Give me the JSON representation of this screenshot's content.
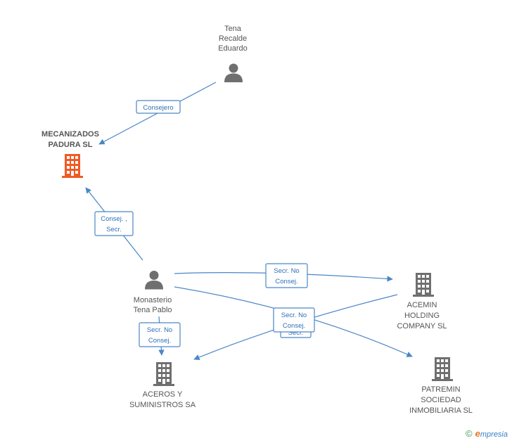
{
  "colors": {
    "edge": "#4a86c8",
    "person_icon": "#6f6f6f",
    "company_icon": "#6f6f6f",
    "main_company_icon": "#f05a23",
    "label_text": "#555555"
  },
  "nodes": {
    "tena": {
      "lines": [
        "Tena",
        "Recalde",
        "Eduardo"
      ],
      "icon": "person-icon"
    },
    "mecanizados": {
      "lines": [
        "MECANIZADOS",
        "PADURA  SL"
      ],
      "icon": "building-icon-highlighted"
    },
    "monasterio": {
      "lines": [
        "Monasterio",
        "Tena Pablo"
      ],
      "icon": "person-icon"
    },
    "acemin": {
      "lines": [
        "ACEMIN",
        "HOLDING",
        "COMPANY SL"
      ],
      "icon": "building-icon"
    },
    "aceros": {
      "lines": [
        "ACEROS Y",
        "SUMINISTROS SA"
      ],
      "icon": "building-icon"
    },
    "patremin": {
      "lines": [
        "PATREMIN",
        "SOCIEDAD",
        "INMOBILIARIA SL"
      ],
      "icon": "building-icon"
    }
  },
  "edges": {
    "tena_mecanizados": {
      "lines": [
        "Consejero"
      ]
    },
    "monasterio_mecanizados": {
      "lines": [
        "Consej. ,",
        "Secr."
      ]
    },
    "monasterio_acemin": {
      "lines": [
        "Secr.  No",
        "Consej."
      ]
    },
    "monasterio_aceros": {
      "lines": [
        "Secr.  No",
        "Consej."
      ]
    },
    "monasterio_patremin": {
      "lines": [
        "Secr.  No",
        "Consej."
      ]
    },
    "acemin_aceros_hidden": {
      "lines": [
        "Secr."
      ]
    }
  },
  "brand": {
    "copyright": "©",
    "e": "e",
    "rest": "mpresia"
  }
}
